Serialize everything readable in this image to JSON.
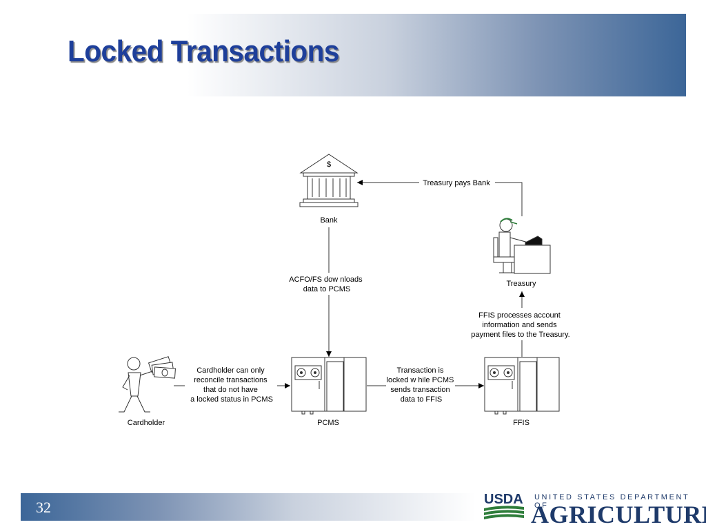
{
  "slide": {
    "title": "Locked Transactions",
    "page_number": "32"
  },
  "diagram": {
    "nodes": {
      "bank": "Bank",
      "bank_symbol": "$",
      "treasury": "Treasury",
      "cardholder": "Cardholder",
      "pcms": "PCMS",
      "ffis": "FFIS"
    },
    "edges": {
      "treasury_to_bank": "Treasury pays Bank",
      "bank_to_pcms": [
        "ACFO/FS dow nloads",
        "data to PCMS"
      ],
      "ffis_to_treasury": [
        "FFIS processes account",
        "information and sends",
        "payment files to the Treasury."
      ],
      "cardholder_to_pcms": [
        "Cardholder can only",
        "reconcile transactions",
        "that do not have",
        "a locked status in PCMS"
      ],
      "pcms_to_ffis": [
        "Transaction is",
        "locked w hile PCMS",
        "sends transaction",
        "data to FFIS"
      ]
    }
  },
  "logo": {
    "usda": "USDA",
    "agency_line1": "UNITED STATES DEPARTMENT OF",
    "agency_line2": "AGRICULTURE",
    "color": "#1e3a6a",
    "green": "#2e7d3a"
  }
}
